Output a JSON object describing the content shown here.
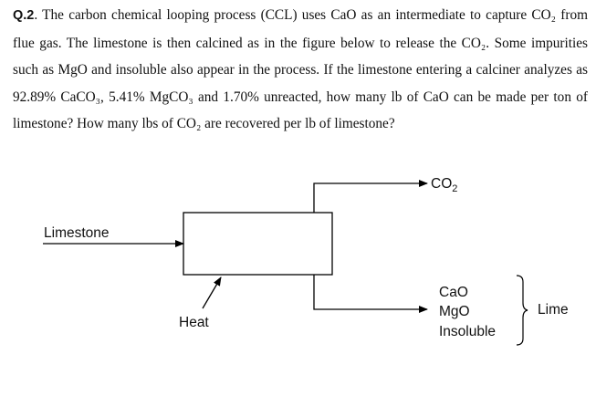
{
  "question": {
    "number": "Q.2",
    "text": "The carbon chemical looping process (CCL) uses CaO as an intermediate to capture CO₂ from flue gas. The limestone is then calcined as in the figure below to release the CO₂. Some impurities such as MgO and insoluble also appear in the process. If the limestone entering a calciner analyzes as 92.89% CaCO₃, 5.41% MgCO₃ and 1.70% unreacted, how many lb of CaO can be made per ton of limestone? How many lbs of CO₂ are recovered per lb of limestone?"
  },
  "diagram": {
    "input_label": "Limestone",
    "heat_label": "Heat",
    "gas_output": {
      "prefix": "CO",
      "subscript": "2"
    },
    "solid_outputs": [
      "CaO",
      "MgO",
      "Insoluble"
    ],
    "group_label": "Lime",
    "line_color": "#000000"
  }
}
